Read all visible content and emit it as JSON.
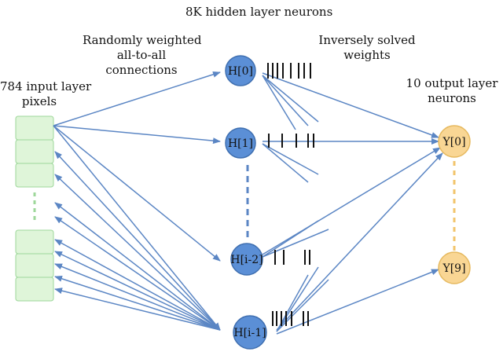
{
  "labels": {
    "title": "8K hidden layer neurons",
    "random_line1": "Randomly weighted",
    "random_line2": "all-to-all",
    "random_line3": "connections",
    "inverse_line1": "Inversely solved",
    "inverse_line2": "weights",
    "input_line1": "784 input layer",
    "input_line2": "pixels",
    "output_line1": "10 output layer",
    "output_line2": "neurons"
  },
  "hidden_neurons": [
    "H[0]",
    "H[1]",
    "H[i-2]",
    "H[i-1]"
  ],
  "output_neurons": [
    "Y[0]",
    "Y[9]"
  ],
  "colors": {
    "arrow": "#5b86c4",
    "hidden_fill": "#5b8fd6",
    "hidden_stroke": "#3f6fb0",
    "output_fill": "#f9d694",
    "output_stroke": "#e6b95f",
    "input_fill": "#dff5d9",
    "input_stroke": "#9dd79a",
    "weight_bar": "#111111"
  }
}
